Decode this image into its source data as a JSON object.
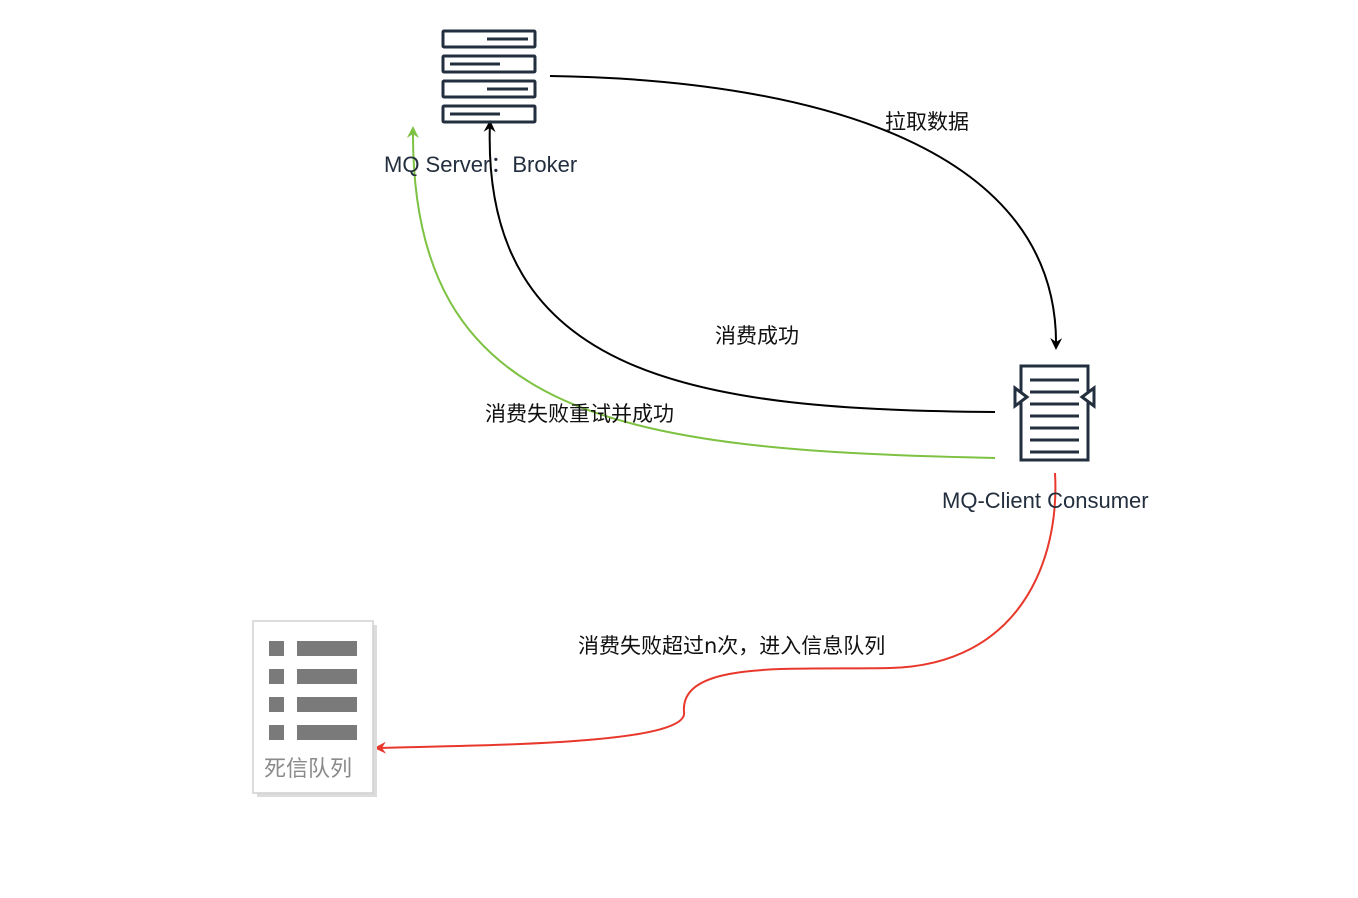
{
  "nodes": {
    "broker": {
      "label": "MQ Server：Broker",
      "icon": "server-rack-icon"
    },
    "consumer": {
      "label": "MQ-Client Consumer",
      "icon": "consumer-document-icon"
    },
    "dlq": {
      "label": "死信队列",
      "icon": "list-document-icon"
    }
  },
  "edges": {
    "pull": {
      "label": "拉取数据",
      "color": "#000000"
    },
    "success": {
      "label": "消费成功",
      "color": "#000000"
    },
    "retry_success": {
      "label": "消费失败重试并成功",
      "color": "#7dc242"
    },
    "to_dlq": {
      "label": "消费失败超过n次，进入信息队列",
      "color": "#e8382c"
    }
  },
  "colors": {
    "icon_navy": "#232f3e",
    "dlq_grey": "#7a7a7a"
  }
}
